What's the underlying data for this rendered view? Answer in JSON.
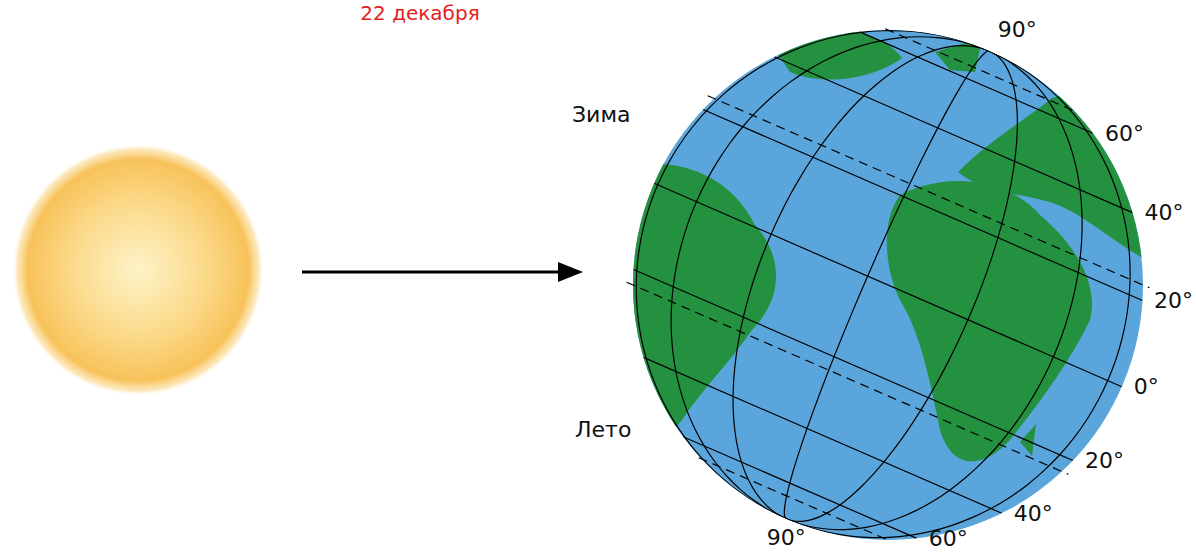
{
  "diagram": {
    "title": "22 декабря",
    "labels": [
      "Зима",
      "Лето",
      "90°",
      "60°",
      "40°",
      "20°",
      "0°",
      "20°",
      "40°",
      "60°",
      "90°"
    ]
  }
}
